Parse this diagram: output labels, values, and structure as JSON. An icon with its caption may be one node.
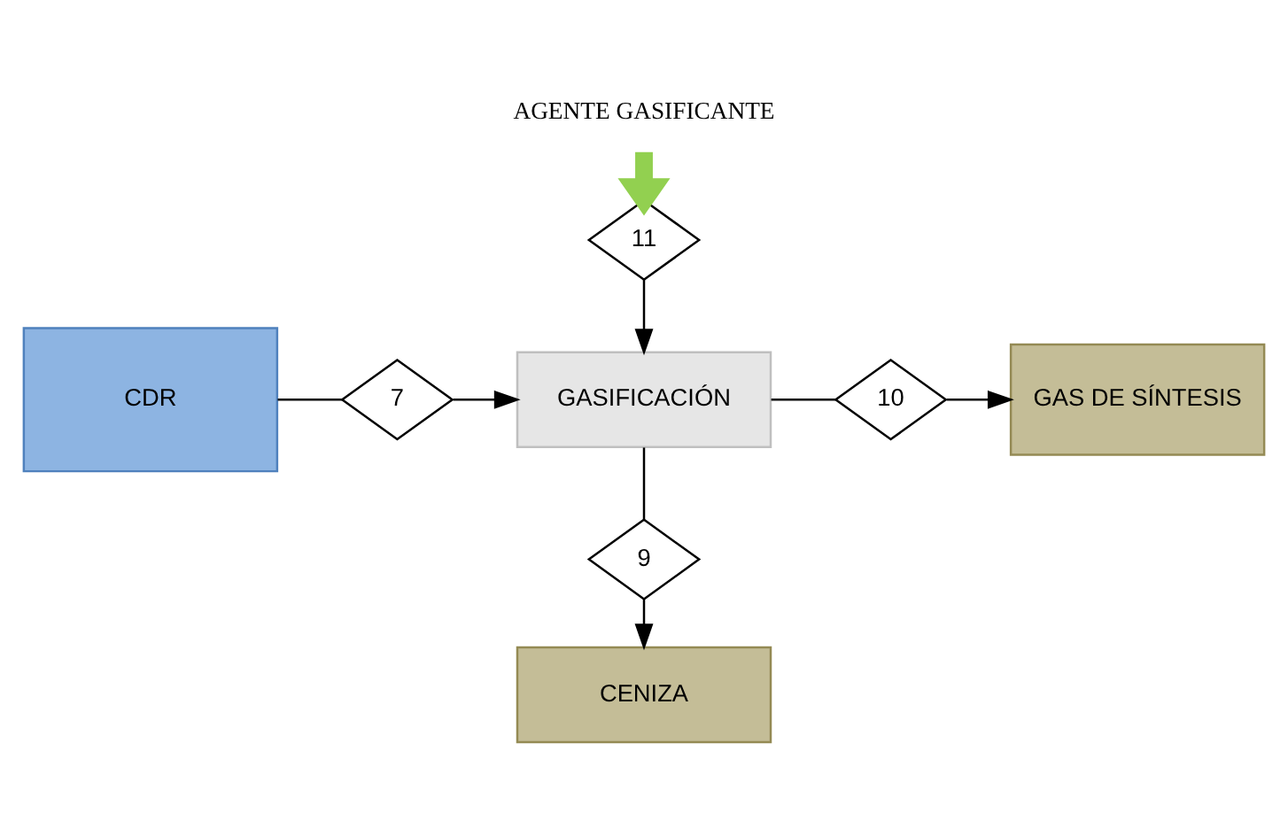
{
  "diagram": {
    "nodes": [
      {
        "text": [
          "AGENTE GASIFICANTE"
        ]
      },
      {
        "text": [
          "11"
        ]
      },
      {
        "text": [
          "CDR"
        ]
      },
      {
        "text": [
          "7"
        ]
      },
      {
        "text": [
          "GASIFICACIÓN"
        ]
      },
      {
        "text": [
          "10"
        ]
      },
      {
        "text": [
          "GAS DE SÍNTESIS"
        ]
      },
      {
        "text": [
          "9"
        ]
      },
      {
        "text": [
          "CENIZA"
        ]
      }
    ],
    "edges": [
      {
        "from": 0,
        "to": 1,
        "arrow": "to",
        "style": "thick",
        "color": "#92d050"
      },
      {
        "from": 1,
        "to": 4,
        "arrow": "to"
      },
      {
        "from": 2,
        "to": 3,
        "arrow": "none"
      },
      {
        "from": 3,
        "to": 4,
        "arrow": "to"
      },
      {
        "from": 4,
        "to": 5,
        "arrow": "none"
      },
      {
        "from": 5,
        "to": 6,
        "arrow": "to"
      },
      {
        "from": 4,
        "to": 7,
        "arrow": "none"
      },
      {
        "from": 7,
        "to": 8,
        "arrow": "to"
      }
    ]
  }
}
